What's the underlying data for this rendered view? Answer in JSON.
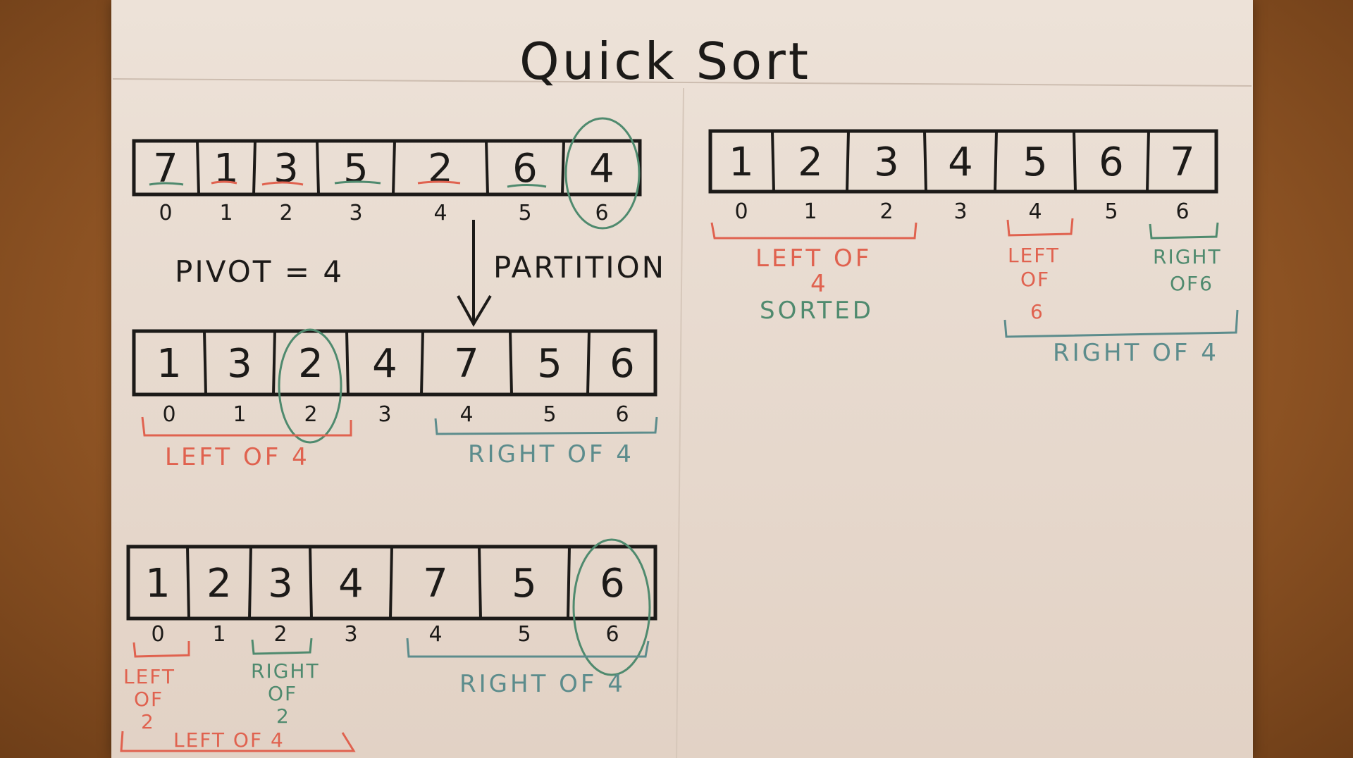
{
  "title": "Quick Sort",
  "colors": {
    "ink": "#1c1a18",
    "red": "#e0624f",
    "green": "#4f8a6e",
    "teal": "#5c8c8c"
  },
  "arrays": [
    {
      "values": [
        "7",
        "1",
        "3",
        "5",
        "2",
        "6",
        "4"
      ],
      "indices": [
        "0",
        "1",
        "2",
        "3",
        "4",
        "5",
        "6"
      ]
    },
    {
      "values": [
        "1",
        "3",
        "2",
        "4",
        "7",
        "5",
        "6"
      ],
      "indices": [
        "0",
        "1",
        "2",
        "3",
        "4",
        "5",
        "6"
      ]
    },
    {
      "values": [
        "1",
        "2",
        "3",
        "4",
        "7",
        "5",
        "6"
      ],
      "indices": [
        "0",
        "1",
        "2",
        "3",
        "4",
        "5",
        "6"
      ]
    },
    {
      "values": [
        "1",
        "2",
        "3",
        "4",
        "5",
        "6",
        "7"
      ],
      "indices": [
        "0",
        "1",
        "2",
        "3",
        "4",
        "5",
        "6"
      ]
    }
  ],
  "annotations": {
    "pivot": "PIVOT = 4",
    "partition": "PARTITION",
    "a2_left": "LEFT OF 4",
    "a2_right": "RIGHT OF 4",
    "a3_left2_l1": "LEFT",
    "a3_left2_l2": "OF",
    "a3_left2_l3": "2",
    "a3_right2_l1": "RIGHT",
    "a3_right2_l2": "OF",
    "a3_right2_l3": "2",
    "a3_left4": "LEFT OF 4",
    "a3_right4": "RIGHT OF 4",
    "a4_left4_l1": "LEFT OF",
    "a4_left4_l2": "4",
    "a4_sorted": "SORTED",
    "a4_left6_l1": "LEFT",
    "a4_left6_l2": "OF",
    "a4_left6_l3": "6",
    "a4_right6_l1": "RIGHT",
    "a4_right6_l2": "OF6",
    "a4_right4": "RIGHT OF 4"
  }
}
